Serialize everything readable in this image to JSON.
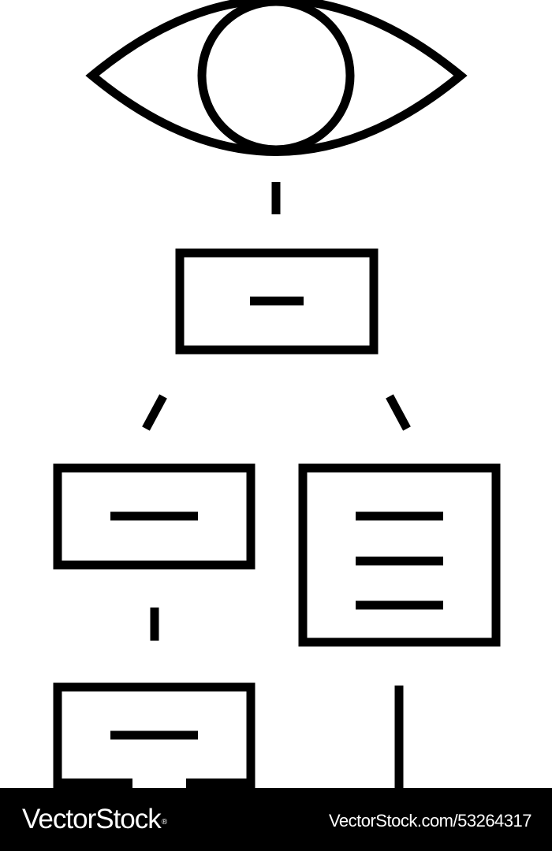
{
  "diagram": {
    "line_color": "#000000",
    "background_color": "#ffffff",
    "top_icon": "eye-icon",
    "node_count": 4,
    "connector_count": 5
  },
  "watermark": {
    "brand": "VectorStock",
    "brand_symbol": "®",
    "credit": "VectorStock.com/53264317",
    "background_color": "#000000",
    "text_color": "#ffffff"
  }
}
